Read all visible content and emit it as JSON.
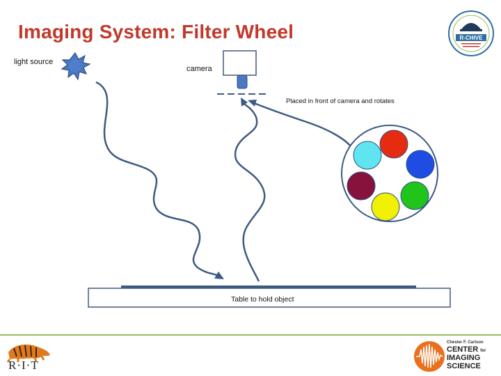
{
  "slide": {
    "title": "Imaging System: Filter Wheel"
  },
  "labels": {
    "light_source": "light source",
    "camera": "camera",
    "placed": "Placed in front of camera and rotates",
    "table": "Table to hold object"
  },
  "filter_wheel": {
    "filters": [
      {
        "color": "#e52b10"
      },
      {
        "color": "#1f4de3"
      },
      {
        "color": "#21c41a"
      },
      {
        "color": "#f0f000"
      },
      {
        "color": "#87133d"
      },
      {
        "color": "#60e4f0"
      }
    ]
  },
  "logos": {
    "rchive_name": "R-CHIVE",
    "rit": "R·I·T",
    "cis_small": "Chester F. Carlson",
    "cis_line1": "CENTER",
    "cis_line1_suffix": "for",
    "cis_line2": "IMAGING",
    "cis_line3": "SCIENCE"
  },
  "colors": {
    "title": "#c0392b",
    "ray": "#3d5a80",
    "footer_rule": "#9bbb59"
  }
}
